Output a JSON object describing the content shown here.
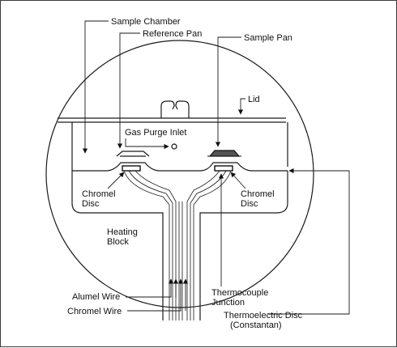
{
  "labels": {
    "sample_chamber": "Sample Chamber",
    "reference_pan": "Reference Pan",
    "sample_pan": "Sample Pan",
    "lid": "Lid",
    "gas_purge_inlet": "Gas Purge Inlet",
    "chromel_disc_left_1": "Chromel",
    "chromel_disc_left_2": "Disc",
    "chromel_disc_right_1": "Chromel",
    "chromel_disc_right_2": "Disc",
    "heating_block_1": "Heating",
    "heating_block_2": "Block",
    "thermocouple_1": "Thermocouple",
    "thermocouple_2": "Junction",
    "alumel_wire": "Alumel Wire",
    "chromel_wire": "Chromel Wire",
    "thermoelectric_1": "Thermoelectric Disc",
    "thermoelectric_2": "(Constantan)"
  }
}
